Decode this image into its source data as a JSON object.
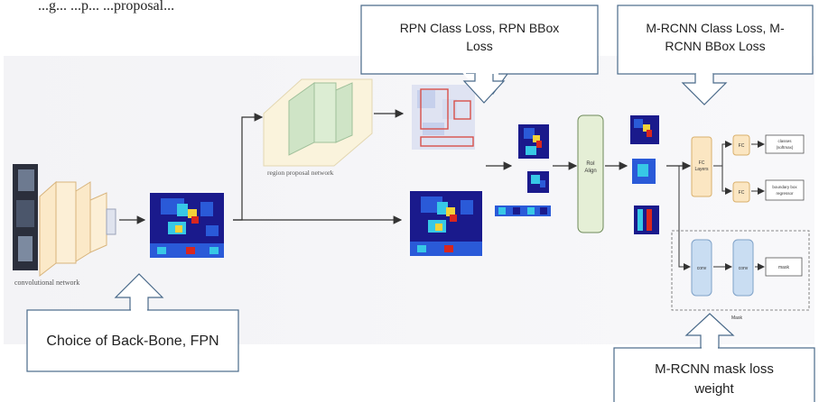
{
  "top_clipped_text": "...g... ...p... ...proposal...",
  "callouts": {
    "rpn": "RPN Class Loss, RPN BBox Loss",
    "rpn_line1": "RPN Class Loss, RPN BBox",
    "rpn_line2": "Loss",
    "mrcnn_line1": "M-RCNN Class Loss, M-",
    "mrcnn_line2": "RCNN BBox Loss",
    "backbone": "Choice of Back-Bone, FPN",
    "mask_line1": "M-RCNN mask loss",
    "mask_line2": "weight"
  },
  "captions": {
    "convolutional_network": "convolutional network",
    "region_proposal_network": "region proposal network"
  },
  "blocks": {
    "roi_align_line1": "RoI",
    "roi_align_line2": "Align",
    "fc_layers_line1": "FC",
    "fc_layers_line2": "Layers",
    "fc_top": "FC",
    "fc_bottom": "FC",
    "classes_line1": "classes",
    "classes_line2": "(softmax)",
    "bbox_line1": "boundary box",
    "bbox_line2": "regressor",
    "conv1": "conv",
    "conv2": "conv",
    "mask_out": "mask",
    "mask_group": "Mask"
  },
  "colors": {
    "heatmap_dark": "#1a1a8c",
    "heatmap_blue": "#2a5ad8",
    "heatmap_cyan": "#37c8e6",
    "heatmap_yellow": "#f2d23a",
    "heatmap_red": "#d8261e",
    "roi_box": "#d8504a",
    "fc_fill": "#fbe6c2",
    "fc_stroke": "#d9b06c",
    "conv_fill": "#c9ddf2",
    "roi_align_fill": "#e5efd6",
    "callout_stroke": "#4a6a8a"
  }
}
